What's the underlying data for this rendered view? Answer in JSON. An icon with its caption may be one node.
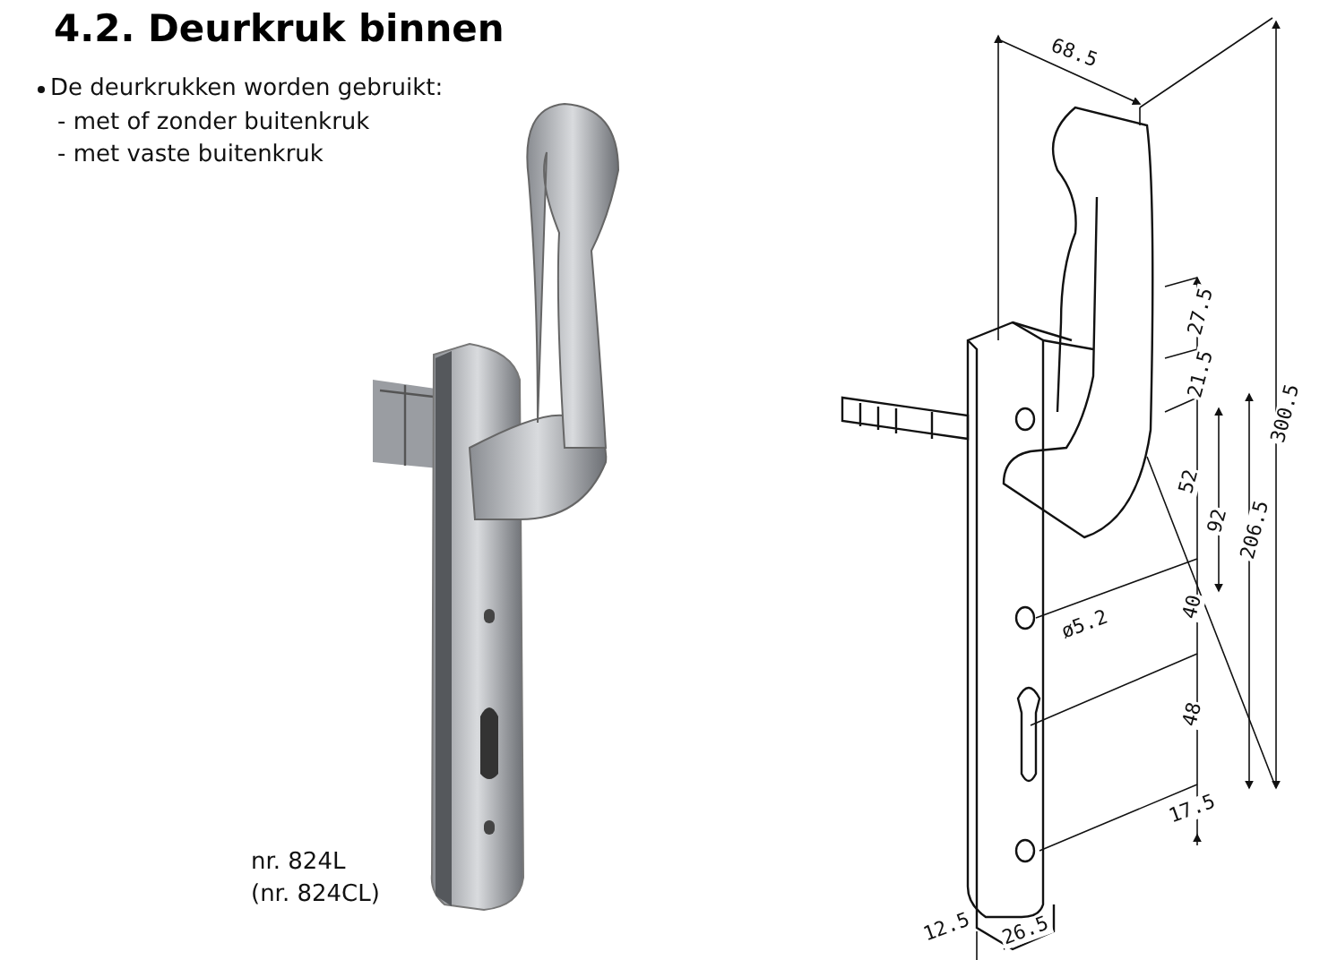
{
  "diagram": {
    "title": "4.2. Deurkruk binnen",
    "labels": [
      "De deurkrukken worden gebruikt:",
      "- met of zonder buitenkruk",
      "- met vaste buitenkruk",
      "nr. 824L",
      "(nr. 824CL)",
      "68.5",
      "27.5",
      "21.5",
      "300.5",
      "52",
      "92",
      "206.5",
      "40",
      "ø5.2",
      "48",
      "17.5",
      "12.5",
      "26.5"
    ]
  }
}
